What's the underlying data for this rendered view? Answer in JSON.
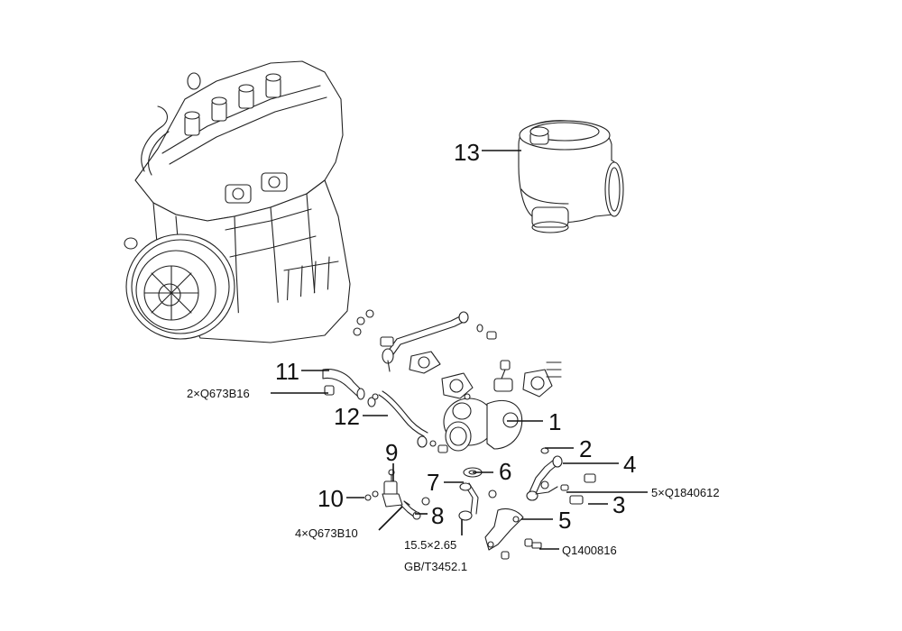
{
  "callouts": {
    "c1": "1",
    "c2": "2",
    "c3": "3",
    "c4": "4",
    "c5": "5",
    "c6": "6",
    "c7": "7",
    "c8": "8",
    "c9": "9",
    "c10": "10",
    "c11": "11",
    "c12": "12",
    "c13": "13"
  },
  "labels": {
    "q673b16": "2×Q673B16",
    "q1840612": "5×Q1840612",
    "q673b10": "4×Q673B10",
    "oring_size": "15.5×2.65",
    "oring_std": "GB/T3452.1",
    "q1400816": "Q1400816"
  }
}
